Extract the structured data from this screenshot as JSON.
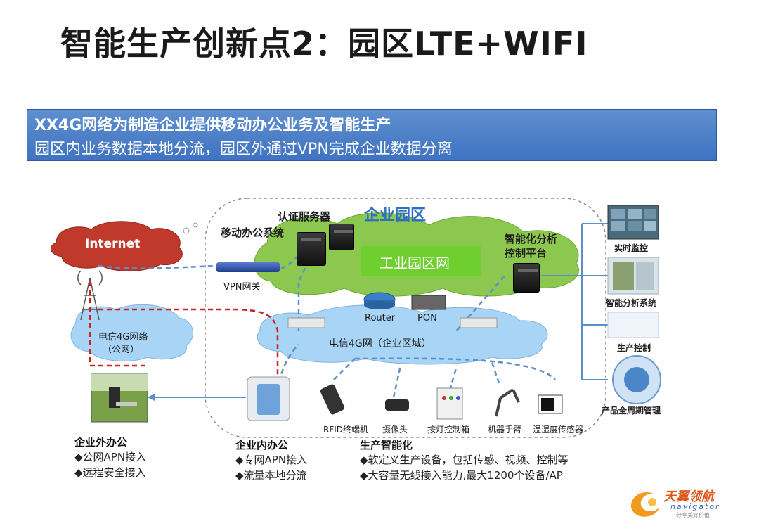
{
  "title": "智能生产创新点2：园区LTE+WIFI",
  "banner": {
    "line1": "XX4G网络为制造企业提供移动办公业务及智能生产",
    "line2": "园区内业务数据本地分流，园区外通过VPN完成企业数据分离"
  },
  "diagram": {
    "park_label": "企业园区",
    "industrial_net": "工业园区网",
    "internet": "Internet",
    "auth_server": "认证服务器",
    "mobile_office": "移动办公系统",
    "smart_platform_1": "智能化分析",
    "smart_platform_2": "控制平台",
    "vpn_gateway": "VPN网关",
    "router": "Router",
    "pon": "PON",
    "telecom_public_1": "电信4G网络",
    "telecom_public_2": "（公网）",
    "telecom_enterprise": "电信4G网（企业区域）",
    "right_items": [
      "实时监控",
      "智能分析系统",
      "生产控制",
      "产品全周期管理"
    ],
    "devices": [
      "RFID终端机",
      "摄像头",
      "按灯控制箱",
      "机器手臂",
      "温湿度传感器"
    ]
  },
  "sections": {
    "outside": {
      "heading": "企业外办公",
      "items": [
        "◆公网APN接入",
        "◆远程安全接入"
      ]
    },
    "inside": {
      "heading": "企业内办公",
      "items": [
        "◆专网APN接入",
        "◆流量本地分流"
      ]
    },
    "production": {
      "heading": "生产智能化",
      "items": [
        "◆软定义生产设备，包括传感、视频、控制等",
        "◆大容量无线接入能力,最大1200个设备/AP"
      ]
    }
  },
  "logo": {
    "name": "天翼领航",
    "sub": "navigator",
    "tagline": "分享美好价值"
  },
  "colors": {
    "banner": "#4a7fcc",
    "cloud_green": "#7bc043",
    "cloud_blue": "#a8d4f5",
    "cloud_red": "#c0392b",
    "dashed_blue": "#5b8fc9",
    "dashed_red": "#cc2222"
  }
}
